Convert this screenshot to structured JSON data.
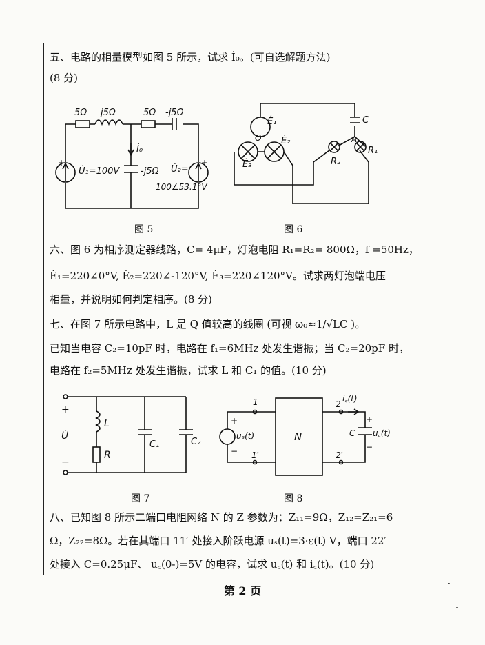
{
  "q5": {
    "line1": "五、电路的相量模型如图 5 所示，试求 İ₀。(可自选解题方法)",
    "line2": "(8 分)"
  },
  "fig5": {
    "caption": "图 5",
    "r1": "5Ω",
    "x1": "j5Ω",
    "r2": "5Ω",
    "x2": "-j5Ω",
    "xmid": "-j5Ω",
    "i0": "İ₀",
    "u1": "U̇₁=100V",
    "u2": "U̇₂=",
    "u2val": "100∠53.1°V"
  },
  "fig6": {
    "caption": "图 6",
    "e1": "Ė₁",
    "e2": "Ė₂",
    "e3": "Ė₃",
    "c": "C",
    "a": "A",
    "o": "O",
    "r1": "R₁",
    "r2": "R₂"
  },
  "q6": {
    "line1": "六、图 6 为相序测定器线路，C= 4μF，灯泡电阻 R₁=R₂= 800Ω，f =50Hz，",
    "line2": "Ė₁=220∠0°V,  Ė₂=220∠-120°V,  Ė₃=220∠120°V。试求两灯泡端电压",
    "line3": "相量，并说明如何判定相序。(8 分)"
  },
  "q7": {
    "line1": "七、在图 7 所示电路中，L 是 Q 值较高的线圈 (可视 ω₀≈1/√LC )。",
    "line2": "已知当电容 C₂=10pF 时，电路在 f₁=6MHz 处发生谐振；当 C₂=20pF 时，",
    "line3": "电路在 f₂=5MHz 处发生谐振，试求 L 和 C₁ 的值。(10 分)"
  },
  "fig7": {
    "caption": "图 7",
    "plus": "+",
    "u": "U̇",
    "minus": "−",
    "l": "L",
    "r": "R",
    "c1": "C₁",
    "c2": "C₂"
  },
  "fig8": {
    "caption": "图 8",
    "n1": "1",
    "n1p": "1′",
    "n2": "2",
    "n2p": "2′",
    "net": "N",
    "us": "uₛ(t)",
    "ic": "i꜀(t)",
    "c": "C",
    "uc": "u꜀(t)",
    "plus": "+",
    "minus": "−"
  },
  "q8": {
    "line1": "八、已知图 8 所示二端口电阻网络 N 的 Z 参数为：Z₁₁=9Ω，Z₁₂=Z₂₁=6",
    "line2": "Ω，Z₂₂=8Ω。若在其端口 11′ 处接入阶跃电源 uₛ(t)=3·ε(t) V，端口 22′",
    "line3": "处接入 C=0.25μF、 u꜀(0-)=5V 的电容，试求 u꜀(t) 和 i꜀(t)。(10 分)"
  },
  "footer": "第 2 页"
}
